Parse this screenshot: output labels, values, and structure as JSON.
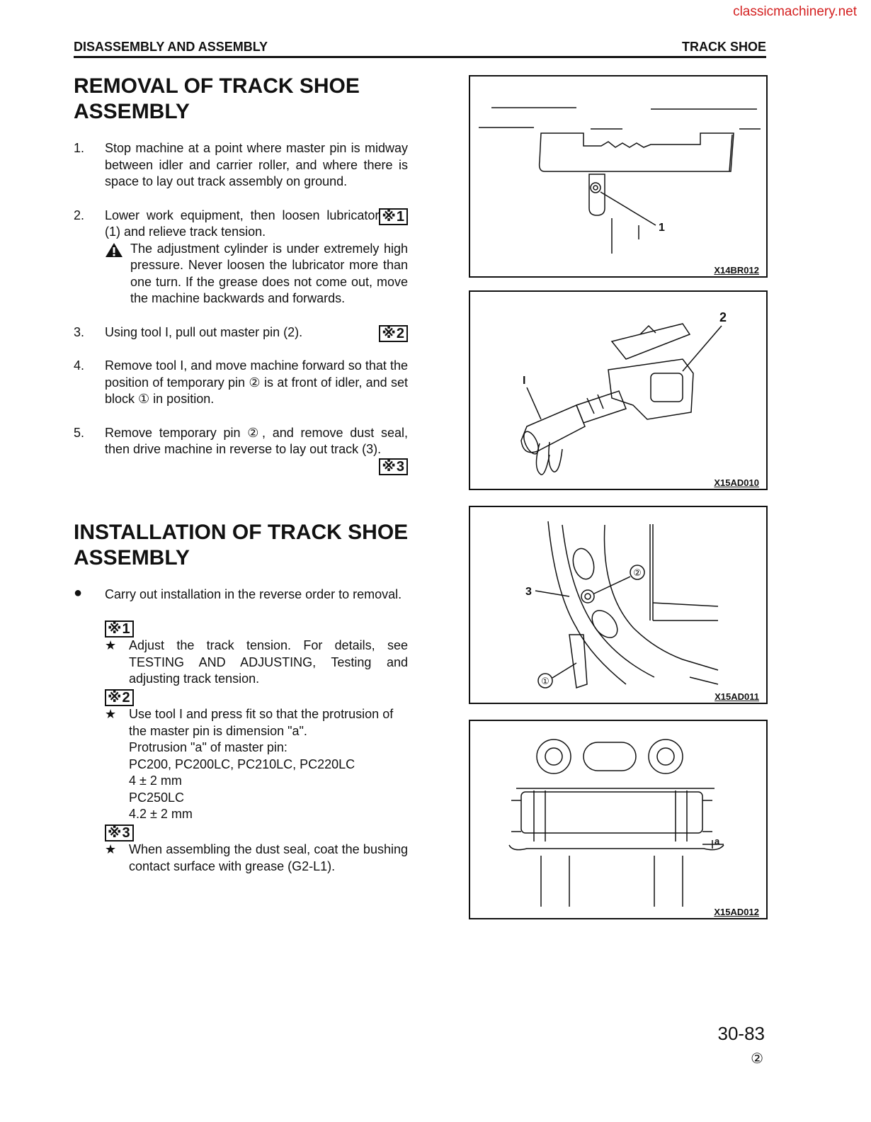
{
  "watermark": "classicmachinery.net",
  "header": {
    "left": "DISASSEMBLY AND ASSEMBLY",
    "right": "TRACK SHOE"
  },
  "removal": {
    "title_line1": "REMOVAL OF TRACK SHOE",
    "title_line2": "ASSEMBLY",
    "steps": [
      {
        "num": "1.",
        "text": "Stop machine at a point where master pin is midway between idler and carrier roller, and where there is space to lay out track assembly on ground."
      },
      {
        "num": "2.",
        "text": "Lower work equipment, then loosen lubricator (1) and relieve track tension.",
        "ref": "※1",
        "warning": "The adjustment cylinder is under extremely high pressure. Never loosen the lubricator more than one turn. If the grease does not come out, move the machine backwards and forwards."
      },
      {
        "num": "3.",
        "text": "Using tool I, pull out master pin (2).",
        "ref": "※2"
      },
      {
        "num": "4.",
        "text": "Remove tool I, and move machine forward so that the position of temporary pin ② is at front of idler, and set block ① in position."
      },
      {
        "num": "5.",
        "text": "Remove temporary pin ②, and remove dust seal, then drive machine in reverse to lay out track (3).",
        "ref": "※3"
      }
    ]
  },
  "installation": {
    "title_line1": "INSTALLATION OF TRACK SHOE",
    "title_line2": "ASSEMBLY",
    "bullet": "●",
    "bullet_text": "Carry out installation in the reverse order to removal.",
    "notes": [
      {
        "ref": "※1",
        "star": "★",
        "lines": [
          "Adjust the track tension. For details, see TESTING AND ADJUSTING, Testing and adjusting track tension."
        ]
      },
      {
        "ref": "※2",
        "star": "★",
        "lines": [
          "Use tool I and press fit so that the protrusion of the master pin is dimension \"a\".",
          "Protrusion \"a\" of master pin:",
          "PC200, PC200LC, PC210LC, PC220LC",
          "4 ± 2 mm",
          "PC250LC",
          "4.2 ± 2 mm"
        ]
      },
      {
        "ref": "※3",
        "star": "★",
        "lines": [
          "When assembling the dust seal, coat the bushing contact surface with grease (G2-L1)."
        ]
      }
    ]
  },
  "figures": [
    {
      "code": "X14BR012",
      "labels": [
        "1"
      ]
    },
    {
      "code": "X15AD010",
      "labels": [
        "2",
        "I"
      ]
    },
    {
      "code": "X15AD011",
      "labels": [
        "3",
        "②",
        "①"
      ]
    },
    {
      "code": "X15AD012",
      "labels": [
        "a"
      ]
    }
  ],
  "footer": {
    "page": "30-83",
    "revision": "②"
  }
}
